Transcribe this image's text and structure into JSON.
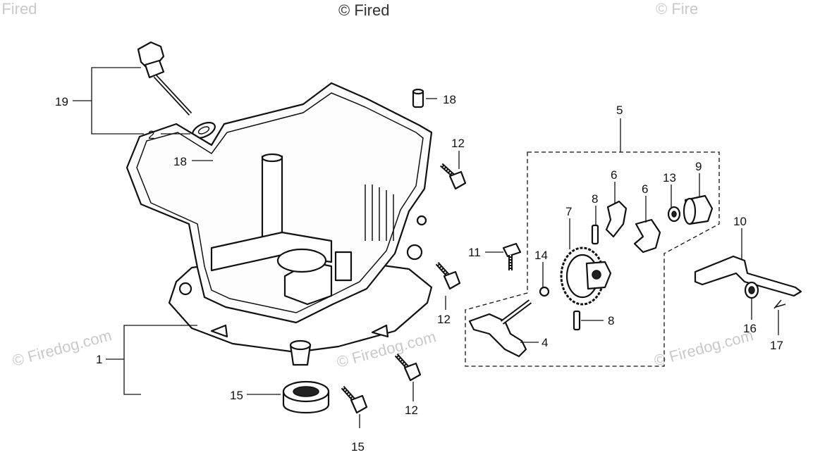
{
  "watermarks": [
    "© Fired",
    "© Fired",
    "© Fire",
    "© Firedog.com",
    "© Firedog.com",
    "© Firedog.com"
  ],
  "callouts": {
    "c1": "1",
    "c2": "2",
    "c4": "4",
    "c5": "5",
    "c6a": "6",
    "c6b": "6",
    "c7": "7",
    "c8a": "8",
    "c8b": "8",
    "c9": "9",
    "c10": "10",
    "c11": "11",
    "c12a": "12",
    "c12b": "12",
    "c12c": "12",
    "c13": "13",
    "c14": "14",
    "c15a": "15",
    "c15b": "15",
    "c16": "16",
    "c17": "17",
    "c18a": "18",
    "c18b": "18",
    "c19": "19"
  }
}
